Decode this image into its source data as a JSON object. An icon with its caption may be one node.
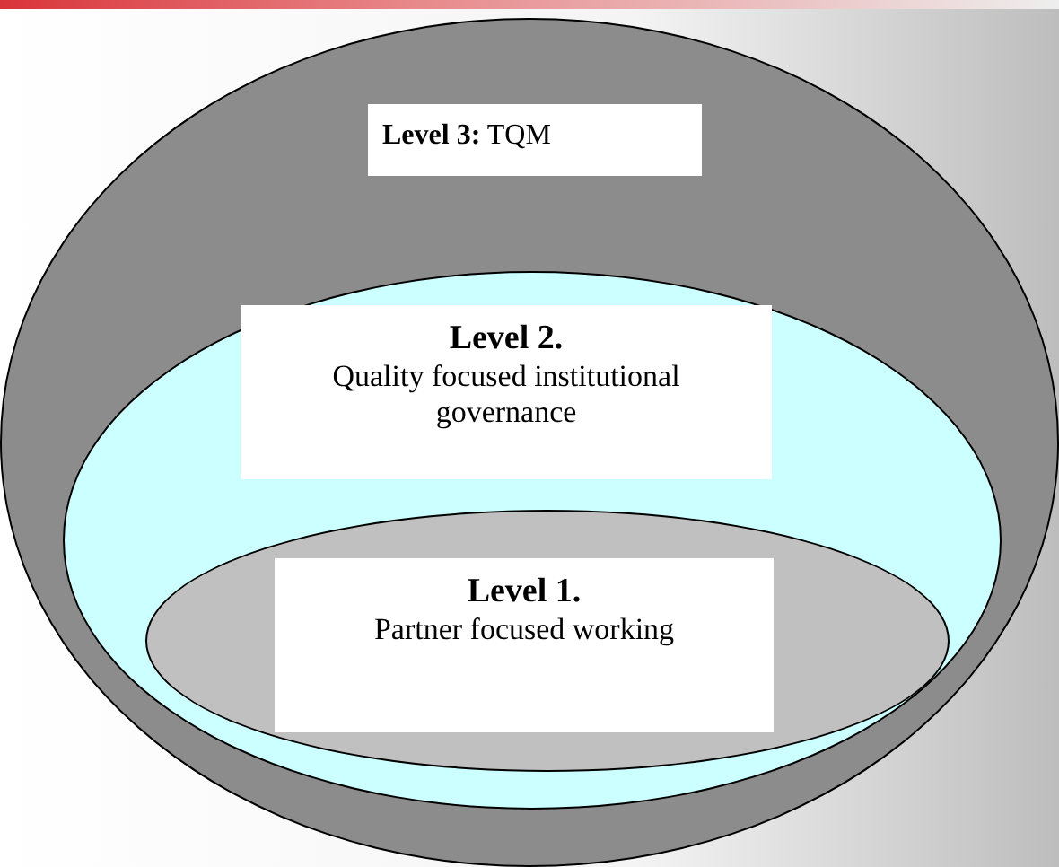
{
  "diagram": {
    "nodes": [
      {
        "text": [],
        "shape": "ellipse"
      },
      {
        "text": [
          "**Level 3:** TQM"
        ],
        "in": 0
      },
      {
        "text": [],
        "shape": "ellipse",
        "in": 0
      },
      {
        "text": [
          "Level 2.",
          "Quality focused institutional governance"
        ],
        "in": 2
      },
      {
        "text": [],
        "shape": "ellipse",
        "in": 2
      },
      {
        "text": [
          "Level 1.",
          "Partner focused working"
        ],
        "in": 4
      }
    ]
  }
}
